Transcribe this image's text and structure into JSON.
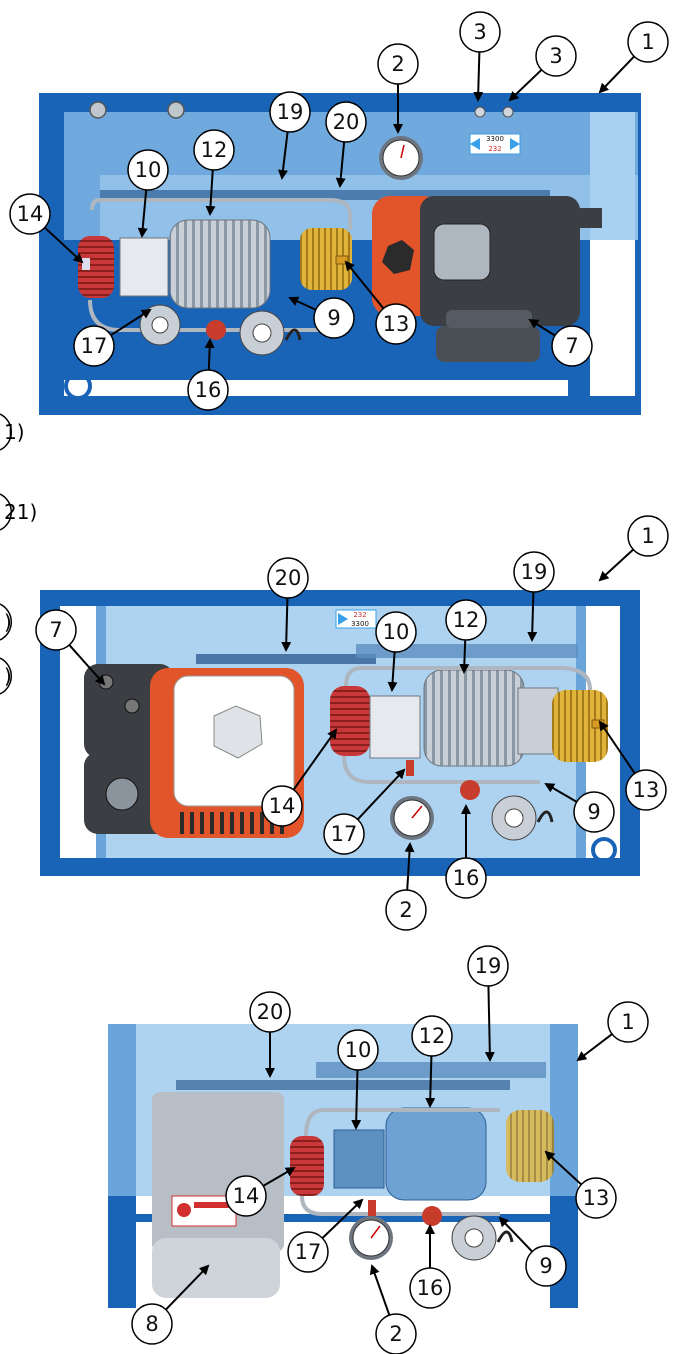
{
  "colors": {
    "frame": "#1a64b8",
    "frame_dark": "#0e4a92",
    "cover": "#8cc0ea",
    "pump_body": "#c9cfd6",
    "pump_dark": "#7a8794",
    "red_head": "#c83c2c",
    "gold_head": "#e0b43a",
    "orange_housing": "#e2542a",
    "engine_dark": "#3b3f44",
    "motor_grey": "#b8bec6",
    "gauge_face": "#ffffff",
    "label_red": "#d23030",
    "label_blue": "#3aa0e8"
  },
  "icons": {
    "gauge": "pressure-gauge-icon",
    "callout": "numbered-callout-icon",
    "arrow": "leader-arrow-icon"
  },
  "views": [
    {
      "name": "top-view",
      "callouts": [
        {
          "label": "1"
        },
        {
          "label": "2"
        },
        {
          "label": "3"
        },
        {
          "label": "3"
        },
        {
          "label": "19"
        },
        {
          "label": "20"
        },
        {
          "label": "12"
        },
        {
          "label": "10"
        },
        {
          "label": "14"
        },
        {
          "label": "13"
        },
        {
          "label": "9"
        },
        {
          "label": "7"
        },
        {
          "label": "17"
        },
        {
          "label": "16"
        }
      ],
      "pressure_label": {
        "top": "3300",
        "bottom": "232"
      }
    },
    {
      "name": "middle-view",
      "callouts": [
        {
          "label": "1"
        },
        {
          "label": "19"
        },
        {
          "label": "20"
        },
        {
          "label": "10"
        },
        {
          "label": "12"
        },
        {
          "label": "7"
        },
        {
          "label": "14"
        },
        {
          "label": "13"
        },
        {
          "label": "9"
        },
        {
          "label": "17"
        },
        {
          "label": "16"
        },
        {
          "label": "2"
        }
      ],
      "pressure_label": {
        "top": "232",
        "bottom": "3300"
      }
    },
    {
      "name": "bottom-view",
      "callouts": [
        {
          "label": "1"
        },
        {
          "label": "19"
        },
        {
          "label": "20"
        },
        {
          "label": "10"
        },
        {
          "label": "12"
        },
        {
          "label": "14"
        },
        {
          "label": "13"
        },
        {
          "label": "9"
        },
        {
          "label": "17"
        },
        {
          "label": "16"
        },
        {
          "label": "2"
        },
        {
          "label": "8"
        }
      ]
    }
  ],
  "edge_callouts": [
    {
      "label": "1)"
    },
    {
      "label": "21)"
    },
    {
      "label": ")"
    },
    {
      "label": ")"
    }
  ]
}
